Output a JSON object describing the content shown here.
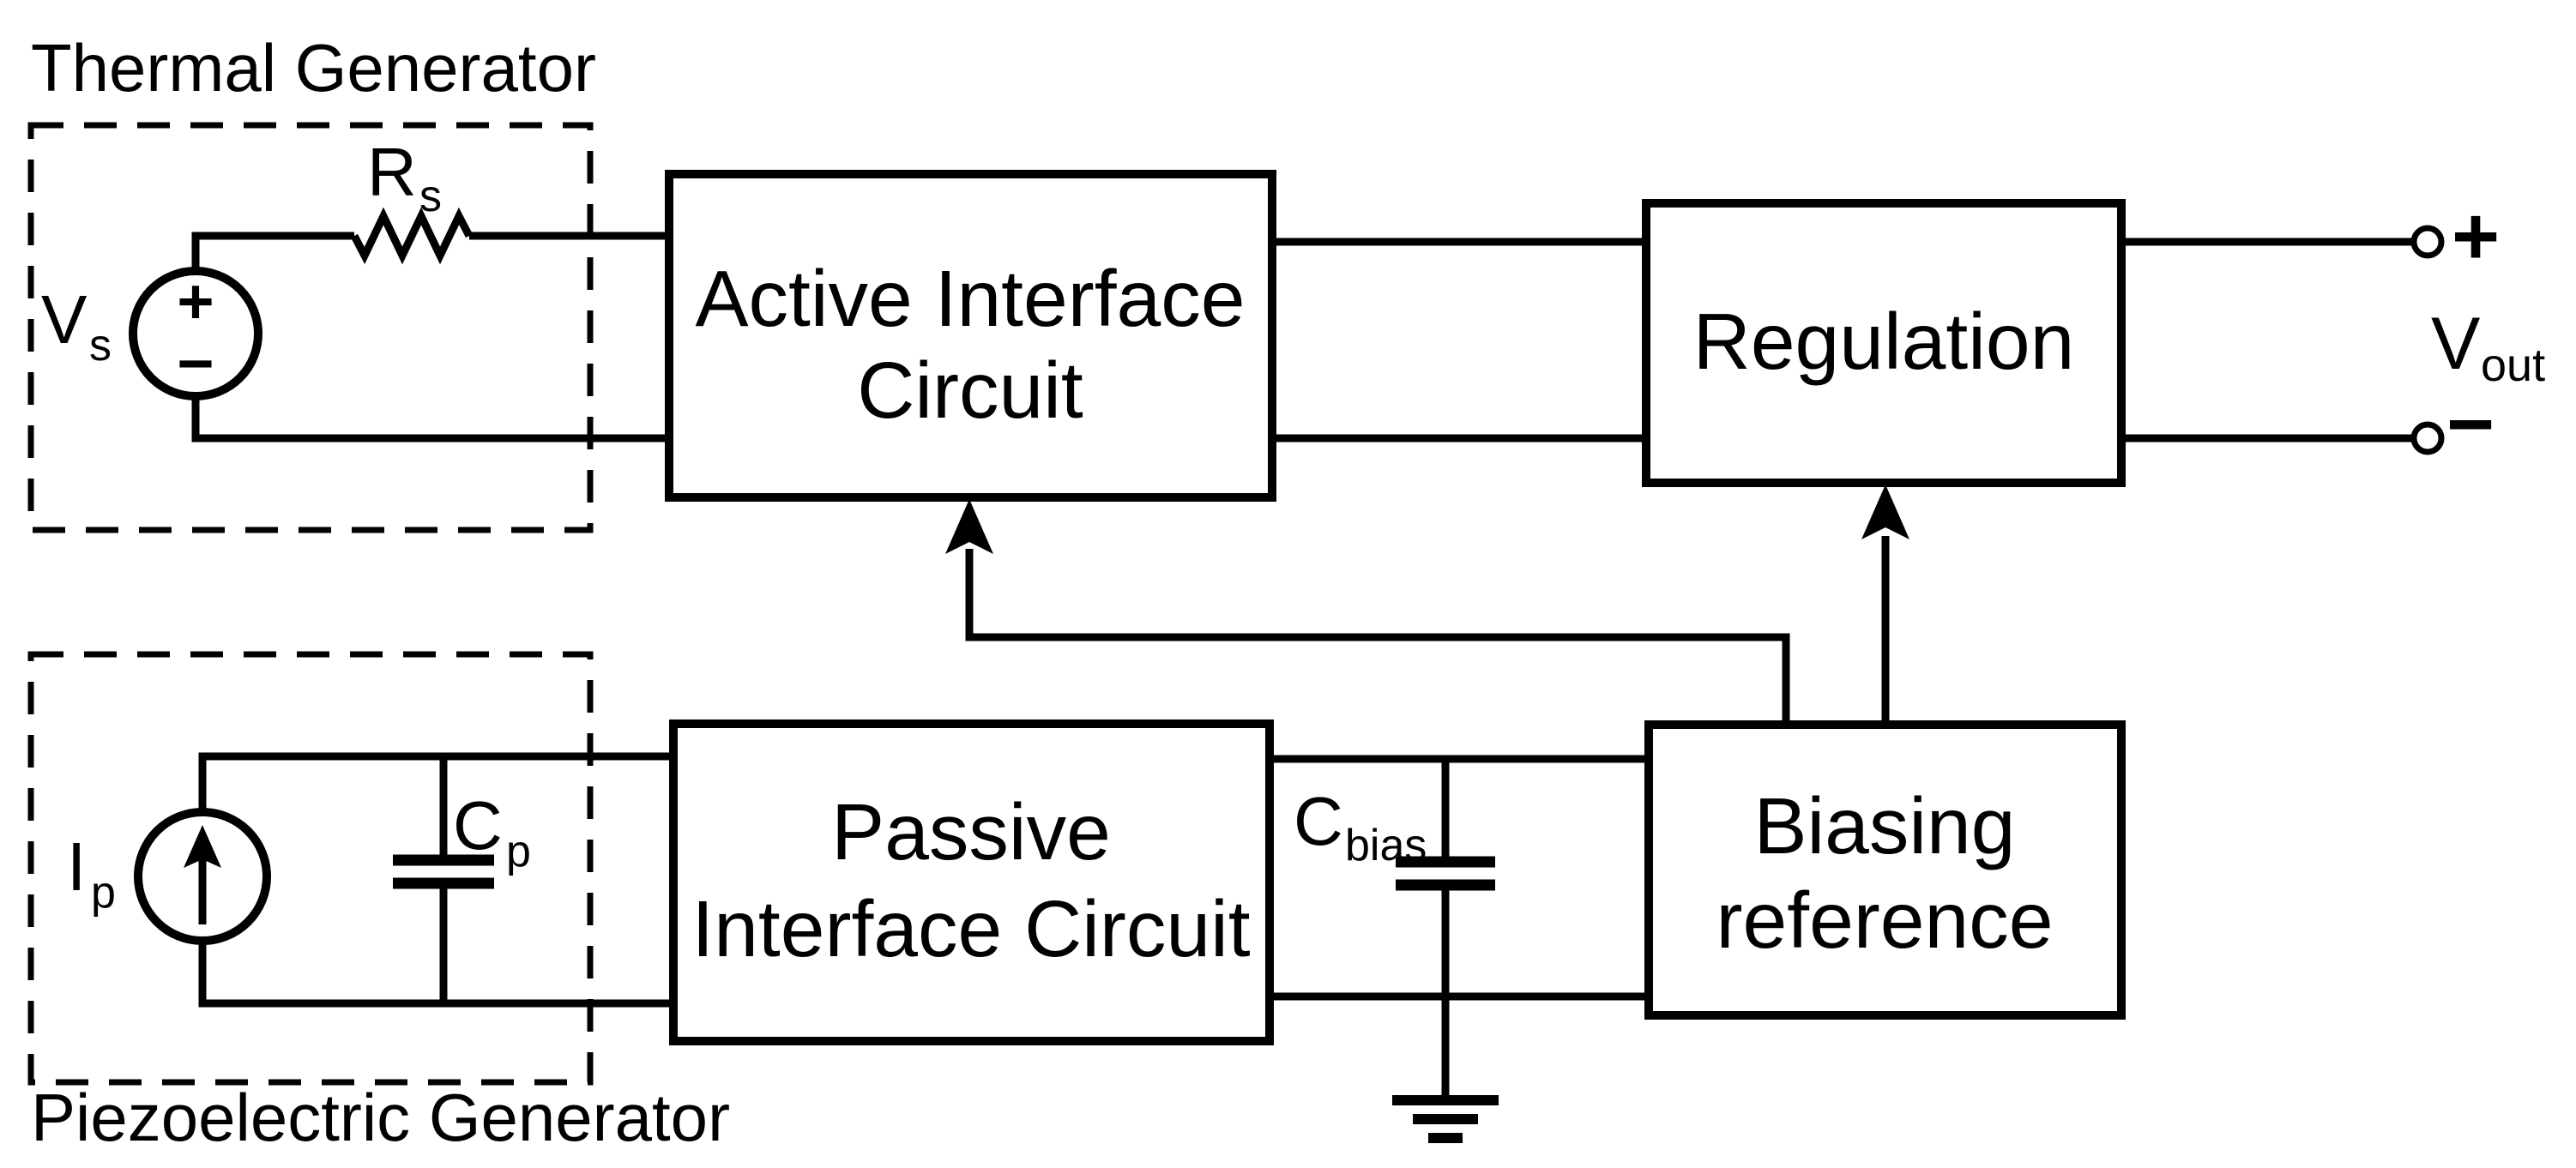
{
  "page": {
    "background": "#ffffff",
    "ink": "#000000"
  },
  "generators": {
    "thermal": {
      "title": "Thermal Generator",
      "source": {
        "main": "V",
        "sub": "s",
        "plus": "+",
        "minus": "−"
      },
      "resistor": {
        "main": "R",
        "sub": "s"
      }
    },
    "piezoelectric": {
      "title": "Piezoelectric Generator",
      "source": {
        "main": "I",
        "sub": "p"
      },
      "capacitor": {
        "main": "C",
        "sub": "p"
      }
    }
  },
  "blocks": {
    "active": {
      "line1": "Active Interface",
      "line2": "Circuit"
    },
    "passive": {
      "line1": "Passive",
      "line2": "Interface Circuit"
    },
    "regulation": {
      "label": "Regulation"
    },
    "biasing": {
      "line1": "Biasing",
      "line2": "reference"
    }
  },
  "bias_capacitor": {
    "main": "C",
    "sub": "bias"
  },
  "output": {
    "plus": "+",
    "minus": "−",
    "label_main": "V",
    "label_sub": "out"
  }
}
